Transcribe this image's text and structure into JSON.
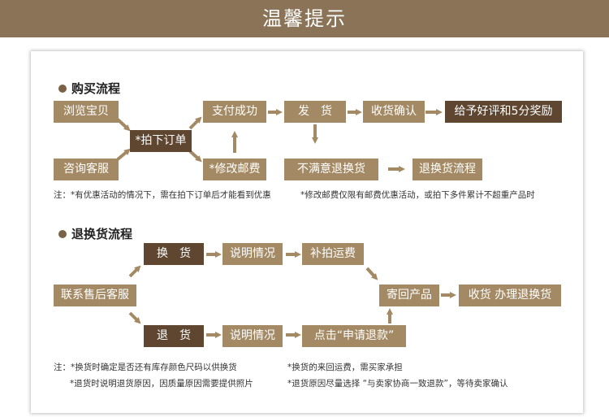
{
  "header": {
    "title": "温馨提示"
  },
  "purchase": {
    "title": "购买流程",
    "boxes": {
      "browse": "浏览宝贝",
      "consult": "咨询客服",
      "place_order": "*拍下订单",
      "pay_success": "支付成功",
      "modify_postage": "*修改邮费",
      "ship": "发　货",
      "confirm_receipt": "收货确认",
      "good_review": "给予好评和5分奖励",
      "unsatisfied": "不满意退换货",
      "return_process": "退换货流程"
    },
    "note_1": "注：*有优惠活动的情况下，需在拍下订单后才能看到优惠",
    "note_2": "*修改邮费仅限有邮费优惠活动，或拍下多件累计不超重产品时"
  },
  "returns": {
    "title": "退换货流程",
    "boxes": {
      "contact": "联系售后客服",
      "exchange": "换　货",
      "explain_1": "说明情况",
      "pay_shipping": "补拍运费",
      "return_goods": "退　货",
      "explain_2": "说明情况",
      "apply_refund": "点击“申请退款”",
      "mail_back": "寄回产品",
      "receive_refund": "收货 办理退换货"
    },
    "note_1": "注：*换货时确定是否还有库存颜色尺码以供换货",
    "note_2": "*换货的来回运费，需买家承担",
    "note_3": "*退货时说明退货原因，因质量原因需要提供照片",
    "note_4": "*退货原因尽量选择 “与卖家协商一致退款”，等待卖家确认"
  },
  "colors": {
    "header_bg": "#8a7357",
    "box_tan": "#a48a64",
    "box_dark": "#5e4630",
    "arrow": "#a48a64"
  }
}
